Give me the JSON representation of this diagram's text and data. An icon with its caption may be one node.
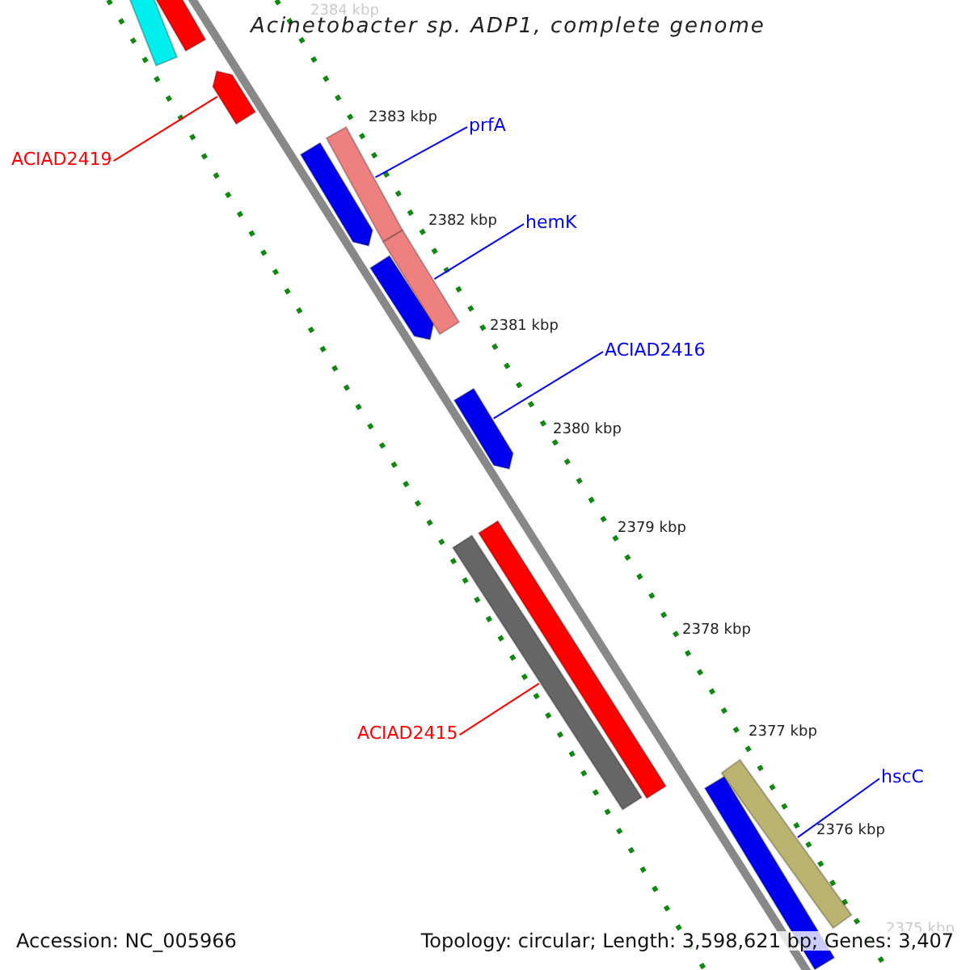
{
  "diagram": {
    "title": "Acinetobacter sp. ADP1, complete genome",
    "nodes": [
      {
        "text": [
          "ACIAD2419"
        ]
      },
      {
        "text": [
          "prfA"
        ]
      },
      {
        "text": [
          "hemK"
        ]
      },
      {
        "text": [
          "ACIAD2416"
        ]
      },
      {
        "text": [
          "ACIAD2415"
        ]
      },
      {
        "text": [
          "hscC"
        ]
      },
      {
        "text": [],
        "shape": "bar"
      },
      {
        "text": [],
        "shape": "bar"
      },
      {
        "text": [],
        "shape": "bar"
      },
      {
        "text": [],
        "shape": "bar"
      },
      {
        "text": [],
        "shape": "bar"
      },
      {
        "text": [],
        "shape": "bar"
      },
      {
        "text": [],
        "shape": "bar"
      },
      {
        "text": [],
        "shape": "bar"
      },
      {
        "text": [],
        "shape": "bar"
      },
      {
        "text": [],
        "shape": "bar"
      },
      {
        "text": [],
        "shape": "bar"
      },
      {
        "text": [],
        "shape": "bar"
      }
    ],
    "edges": [
      {
        "from": 0,
        "to": 8,
        "arrow": "none",
        "color": "#ff0000"
      },
      {
        "from": 1,
        "to": 10,
        "arrow": "none"
      },
      {
        "from": 2,
        "to": 12,
        "arrow": "none"
      },
      {
        "from": 3,
        "to": 13,
        "arrow": "none"
      },
      {
        "from": 4,
        "to": 14,
        "arrow": "none",
        "color": "#ff0000"
      },
      {
        "from": 5,
        "to": 17,
        "arrow": "none"
      }
    ],
    "labels": [
      "2384 kbp",
      "2383 kbp",
      "2382 kbp",
      "2381 kbp",
      "2380 kbp",
      "2379 kbp",
      "2378 kbp",
      "2377 kbp",
      "2376 kbp",
      "2375 kbp",
      "Accession: NC_005966",
      "Topology: circular; Length: 3,598,621 bp; Genes: 3,407"
    ]
  }
}
